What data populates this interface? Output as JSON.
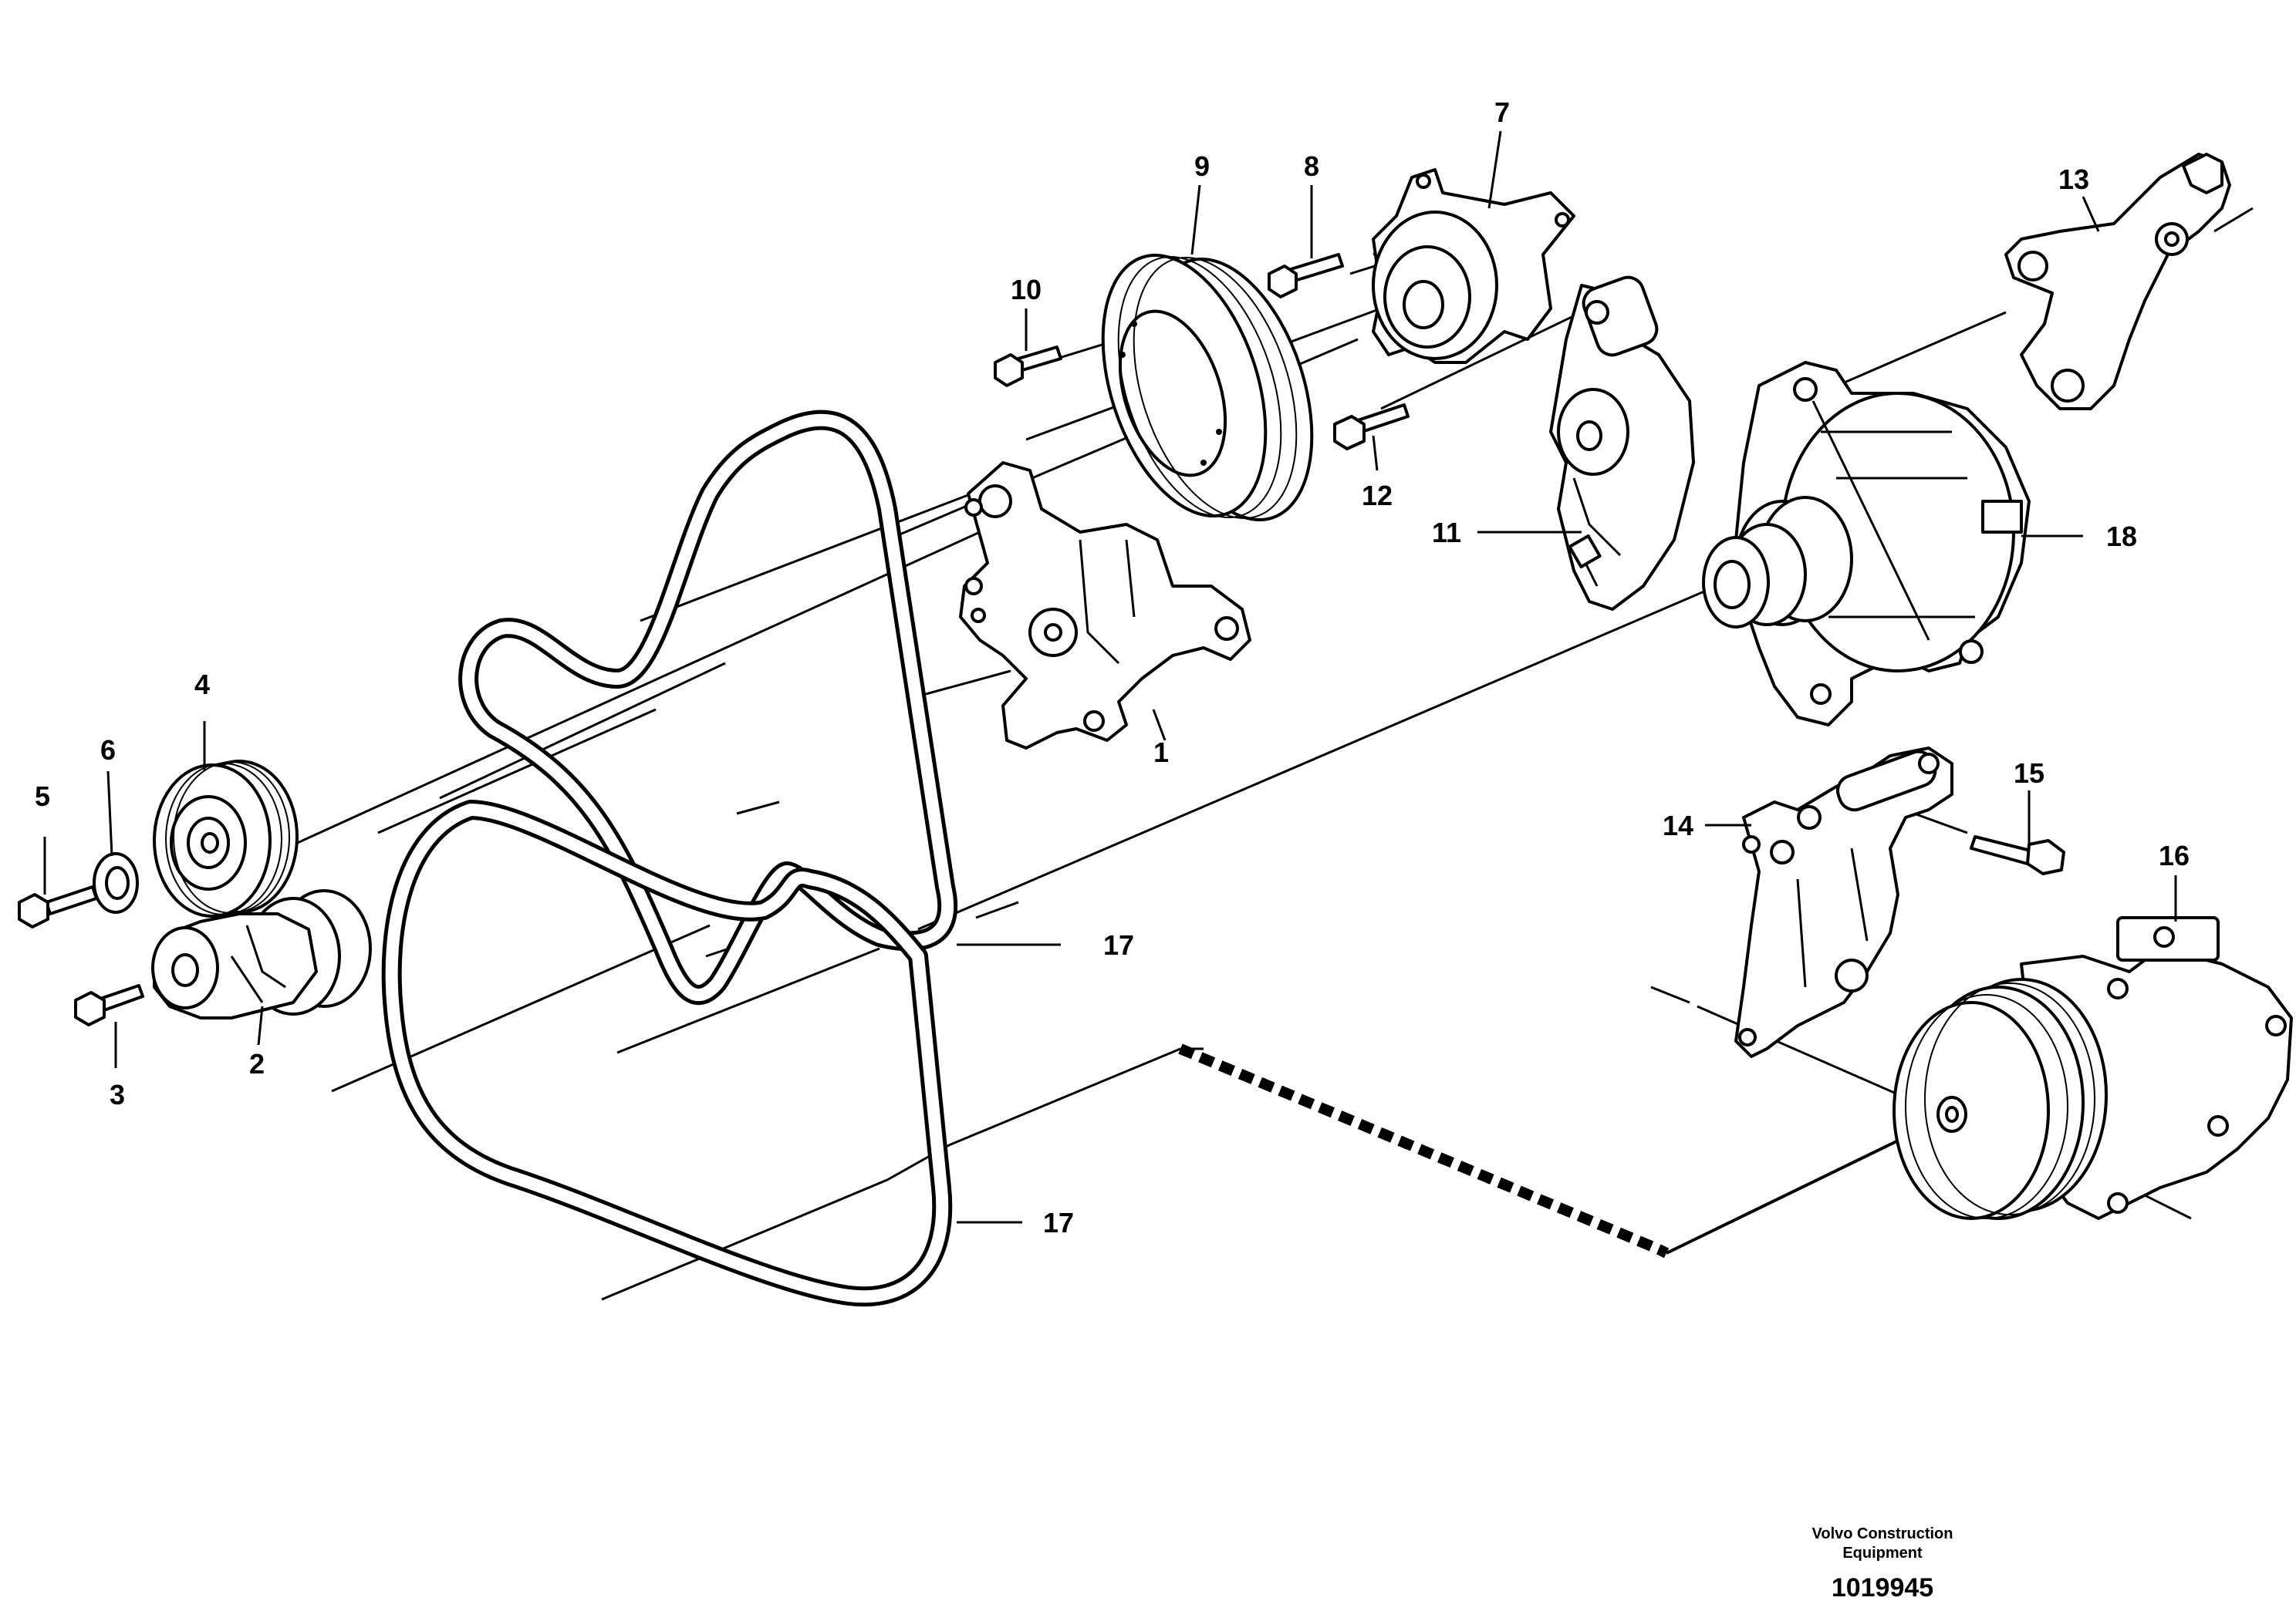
{
  "diagram": {
    "callouts": [
      {
        "id": "1",
        "label": "1"
      },
      {
        "id": "2",
        "label": "2"
      },
      {
        "id": "3",
        "label": "3"
      },
      {
        "id": "4",
        "label": "4"
      },
      {
        "id": "5",
        "label": "5"
      },
      {
        "id": "6",
        "label": "6"
      },
      {
        "id": "7",
        "label": "7"
      },
      {
        "id": "8",
        "label": "8"
      },
      {
        "id": "9",
        "label": "9"
      },
      {
        "id": "10",
        "label": "10"
      },
      {
        "id": "11",
        "label": "11"
      },
      {
        "id": "12",
        "label": "12"
      },
      {
        "id": "13",
        "label": "13"
      },
      {
        "id": "14",
        "label": "14"
      },
      {
        "id": "15",
        "label": "15"
      },
      {
        "id": "16",
        "label": "16"
      },
      {
        "id": "17a",
        "label": "17"
      },
      {
        "id": "17b",
        "label": "17"
      },
      {
        "id": "18",
        "label": "18"
      }
    ],
    "footer": {
      "credit_line1": "Volvo Construction",
      "credit_line2": "Equipment",
      "doc_number": "1019945"
    }
  }
}
